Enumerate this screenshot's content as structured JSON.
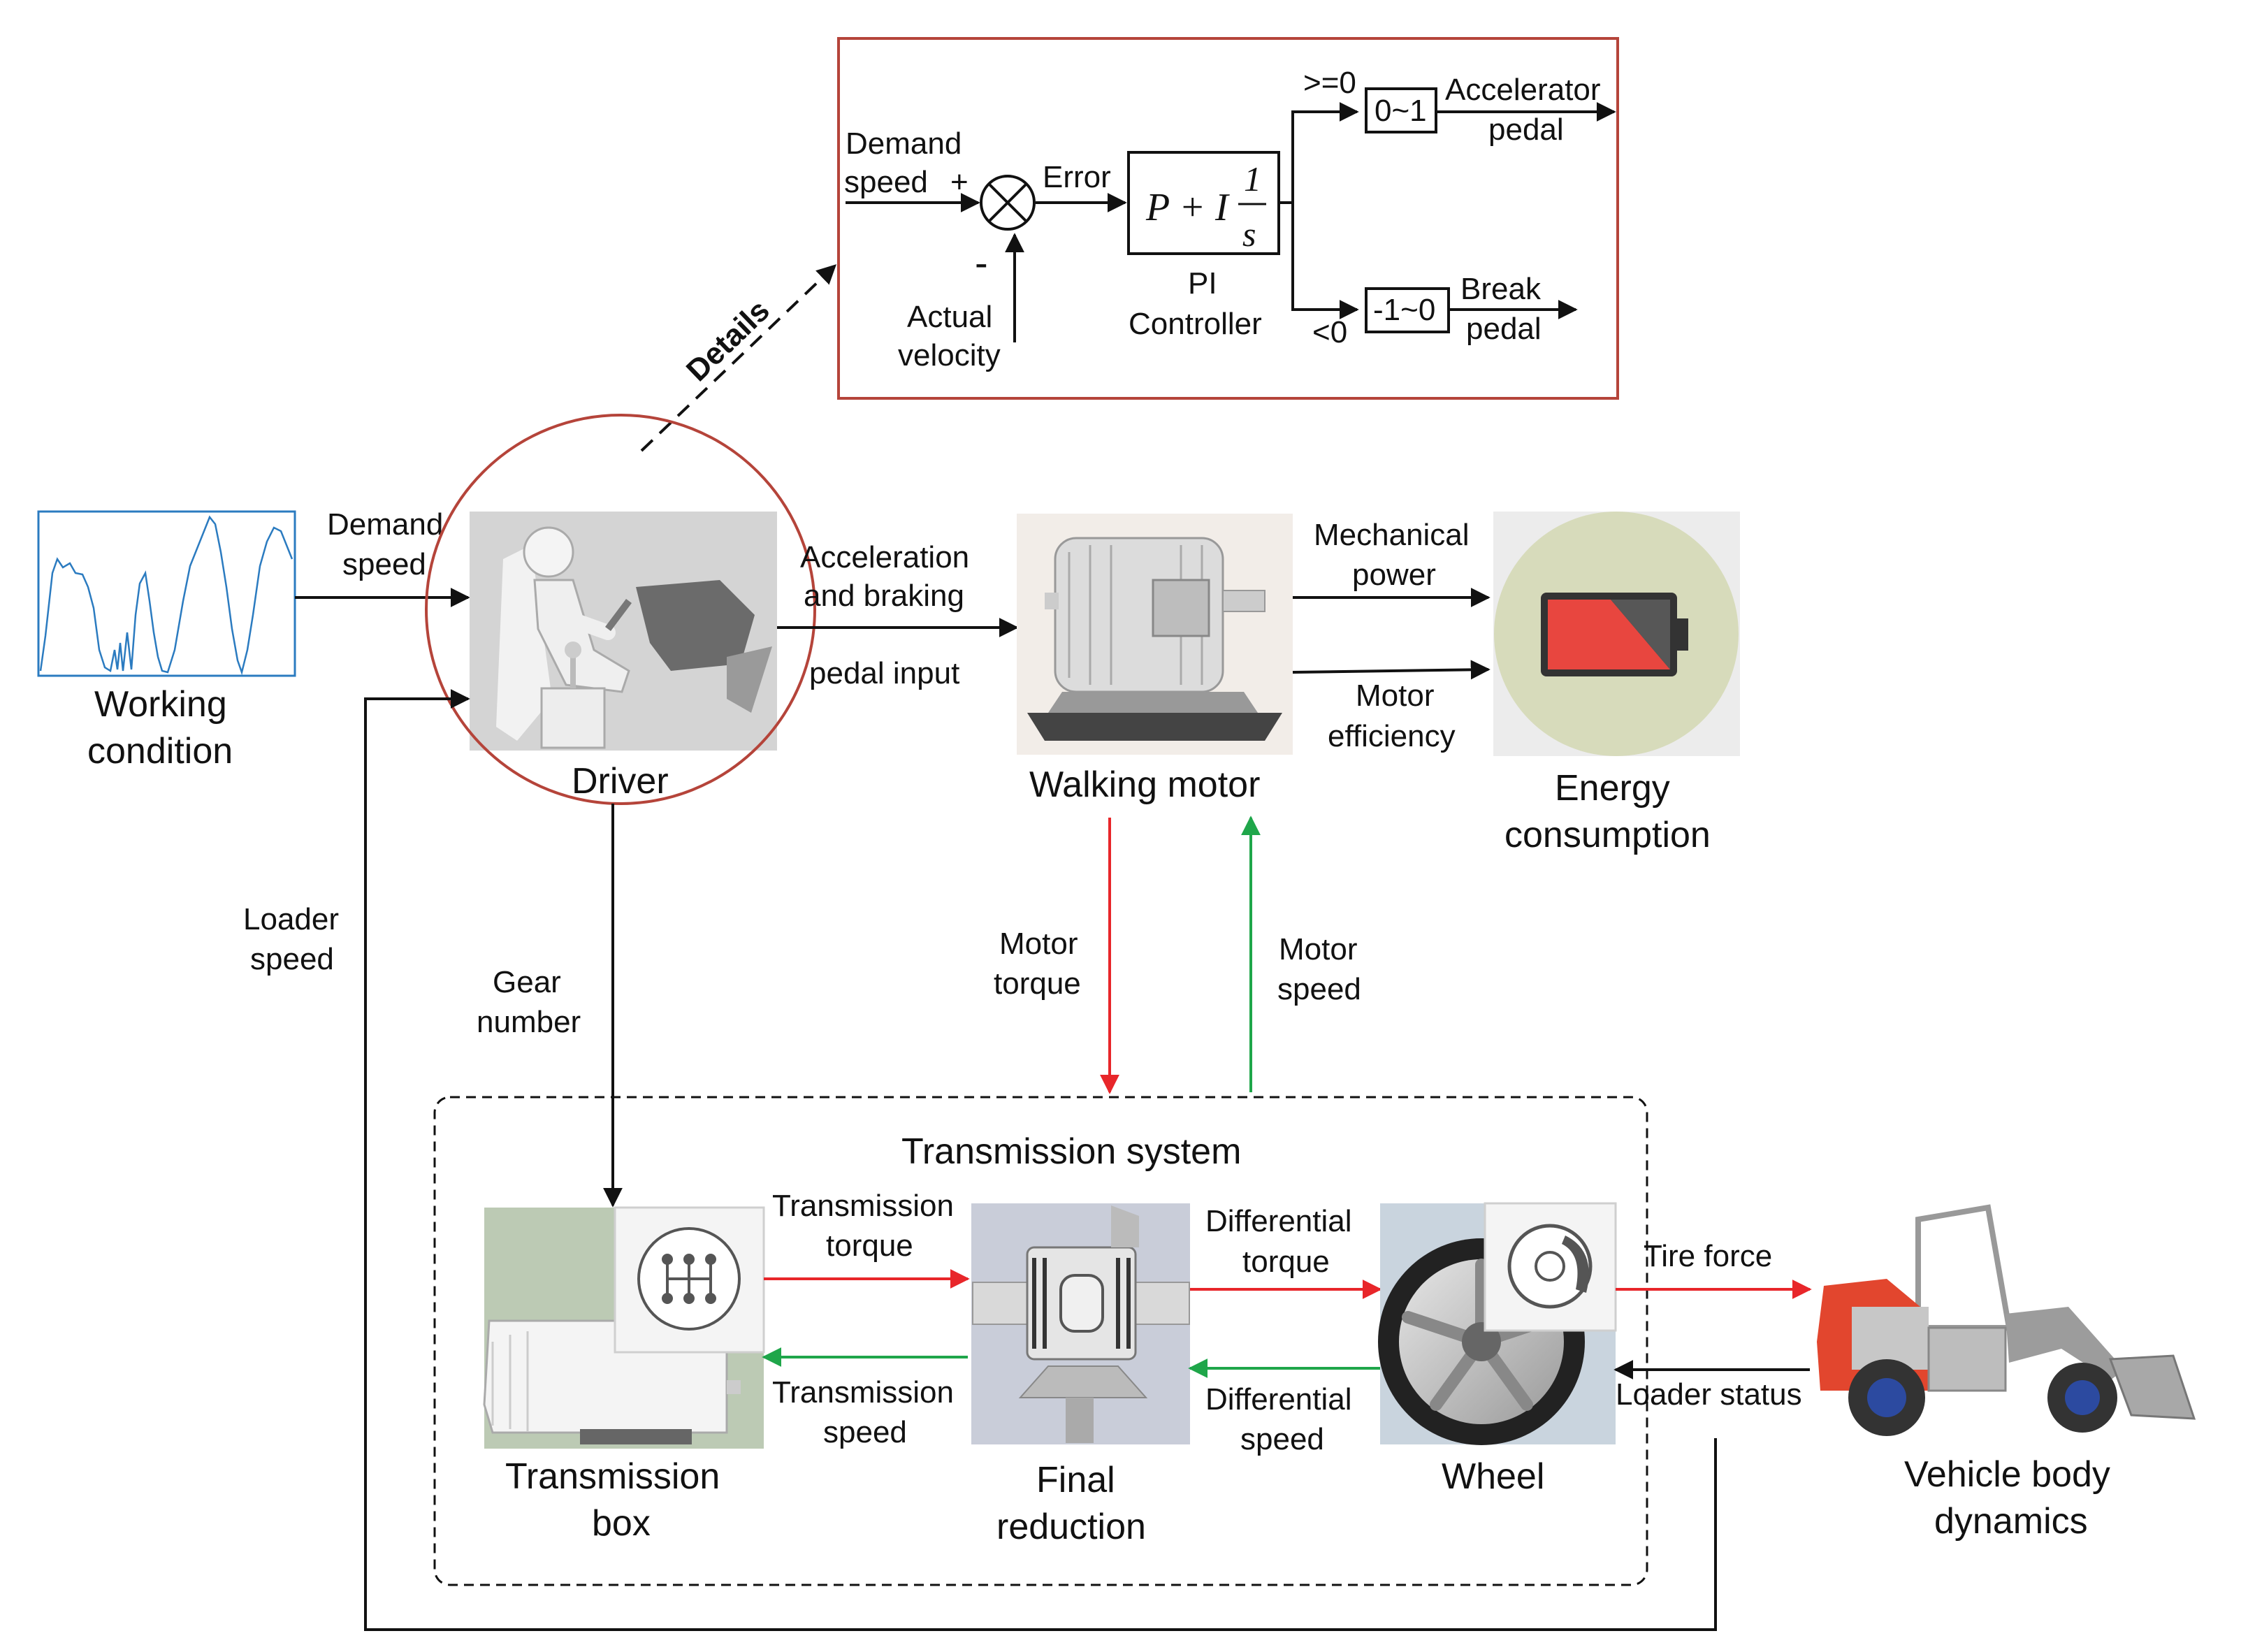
{
  "working_condition": {
    "title_line1": "Working",
    "title_line2": "condition"
  },
  "driver": {
    "title": "Driver"
  },
  "walking_motor": {
    "title": "Walking motor"
  },
  "energy": {
    "title_line1": "Energy",
    "title_line2": "consumption"
  },
  "transmission_system": {
    "title": "Transmission system"
  },
  "transmission_box": {
    "title_line1": "Transmission",
    "title_line2": "box"
  },
  "final_reduction": {
    "title_line1": "Final",
    "title_line2": "reduction"
  },
  "wheel": {
    "title": "Wheel"
  },
  "vehicle": {
    "title_line1": "Vehicle body",
    "title_line2": "dynamics"
  },
  "labels": {
    "demand_speed_1": "Demand",
    "demand_speed_2": "speed",
    "accel_1": "Acceleration",
    "accel_2": "and braking",
    "accel_3": "pedal input",
    "mech_1": "Mechanical",
    "mech_2": "power",
    "eff_1": "Motor",
    "eff_2": "efficiency",
    "loader_speed_1": "Loader",
    "loader_speed_2": "speed",
    "gear_1": "Gear",
    "gear_2": "number",
    "motor_torque_1": "Motor",
    "motor_torque_2": "torque",
    "motor_speed_1": "Motor",
    "motor_speed_2": "speed",
    "trans_torque_1": "Transmission",
    "trans_torque_2": "torque",
    "trans_speed_1": "Transmission",
    "trans_speed_2": "speed",
    "diff_torque_1": "Differential",
    "diff_torque_2": "torque",
    "diff_speed_1": "Differential",
    "diff_speed_2": "speed",
    "tire_force": "Tire force",
    "loader_status": "Loader status",
    "details": "Details"
  },
  "pi_detail": {
    "demand_1": "Demand",
    "demand_2": "speed",
    "plus": "+",
    "minus": "-",
    "actual_1": "Actual",
    "actual_2": "velocity",
    "error": "Error",
    "formula_main": "P + I",
    "formula_num": "1",
    "formula_den": "s",
    "pi_1": "PI",
    "pi_2": "Controller",
    "ge0": ">=0",
    "lt0": "<0",
    "range_pos": "0~1",
    "range_neg": "-1~0",
    "accel_1": "Accelerator",
    "accel_2": "pedal",
    "brake_1": "Break",
    "brake_2": "pedal"
  },
  "colors": {
    "red_flow": "#e8262a",
    "green_flow": "#1fa64a",
    "detail_border": "#b5443a",
    "signal_blue": "#2b7bc0"
  }
}
